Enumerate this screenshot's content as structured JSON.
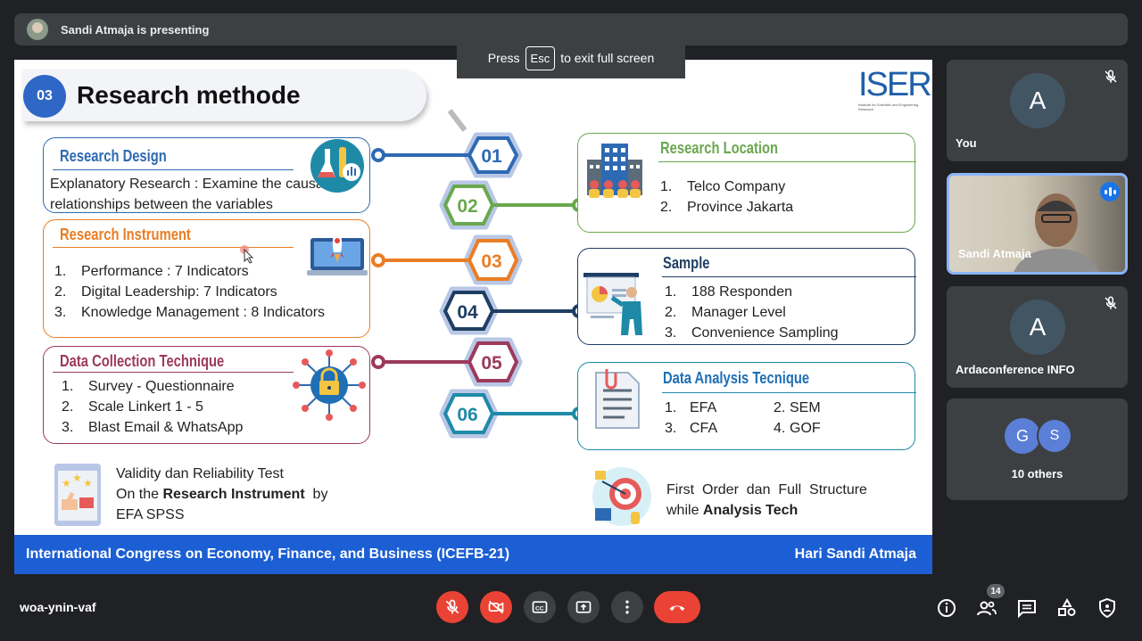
{
  "meeting": {
    "presenter_text": "Sandi Atmaja is presenting",
    "esc_tip": {
      "press": "Press",
      "key": "Esc",
      "rest": "to exit full screen"
    },
    "code": "woa-ynin-vaf",
    "participants_count": "14"
  },
  "slide": {
    "number": "03",
    "title": "Research methode",
    "logo_text": "ISER",
    "logo_sub": "Institute for Scientific and Engineering Research",
    "steps": [
      "01",
      "02",
      "03",
      "04",
      "05",
      "06"
    ],
    "research_design": {
      "title": "Research Design",
      "text": "Explanatory Research : Examine the causal relationships between the variables"
    },
    "research_instrument": {
      "title": "Research Instrument",
      "items": [
        {
          "n": "1.",
          "t": "Performance  : 7 Indicators"
        },
        {
          "n": "2.",
          "t": "Digital Leadership: 7 Indicators"
        },
        {
          "n": "3.",
          "t": "Knowledge Management : 8 Indicators"
        }
      ]
    },
    "data_collection": {
      "title": "Data Collection Technique",
      "items": [
        {
          "n": "1.",
          "t": "Survey - Questionnaire"
        },
        {
          "n": "2.",
          "t": "Scale Linkert  1 - 5"
        },
        {
          "n": "3.",
          "t": "Blast Email & WhatsApp"
        }
      ]
    },
    "research_location": {
      "title": "Research Location",
      "items": [
        {
          "n": "1.",
          "t": "Telco Company"
        },
        {
          "n": "2.",
          "t": "Province Jakarta"
        }
      ]
    },
    "sample": {
      "title": "Sample",
      "items": [
        {
          "n": "1.",
          "t": "188 Responden"
        },
        {
          "n": "2.",
          "t": "Manager Level"
        },
        {
          "n": "3.",
          "t": "Convenience Sampling"
        }
      ]
    },
    "data_analysis": {
      "title": "Data Analysis Tecnique",
      "c1": [
        "1.",
        "EFA"
      ],
      "c2": [
        "2.",
        "SEM"
      ],
      "c3": [
        "3.",
        "CFA"
      ],
      "c4": [
        "4.",
        "GOF"
      ]
    },
    "note_left": {
      "l1": "Validity dan Reliability  Test",
      "l2a": "On the ",
      "l2b": "Research Instrument",
      "l2c": "  by",
      "l3": "EFA SPSS"
    },
    "note_right": {
      "l1": "First  Order  dan  Full  Structure",
      "l2a": "while ",
      "l2b": "Analysis Tech"
    },
    "footer_left": "International Congress on Economy, Finance, and Business (ICEFB-21)",
    "footer_right": "Hari Sandi Atmaja"
  },
  "tiles": [
    {
      "name": "You",
      "initial": "A"
    },
    {
      "name": "Sandi Atmaja"
    },
    {
      "name": "Ardaconference INFO",
      "initial": "A"
    },
    {
      "name": "10 others",
      "i1": "G",
      "i2": "S"
    }
  ],
  "colors": {
    "blue": "#2e6ab3",
    "green": "#6aa84f",
    "orange": "#ea7d24",
    "navy": "#1f3e63",
    "maroon": "#9c3a5c",
    "teal": "#1f8aa8",
    "control_red": "#ea4335"
  }
}
